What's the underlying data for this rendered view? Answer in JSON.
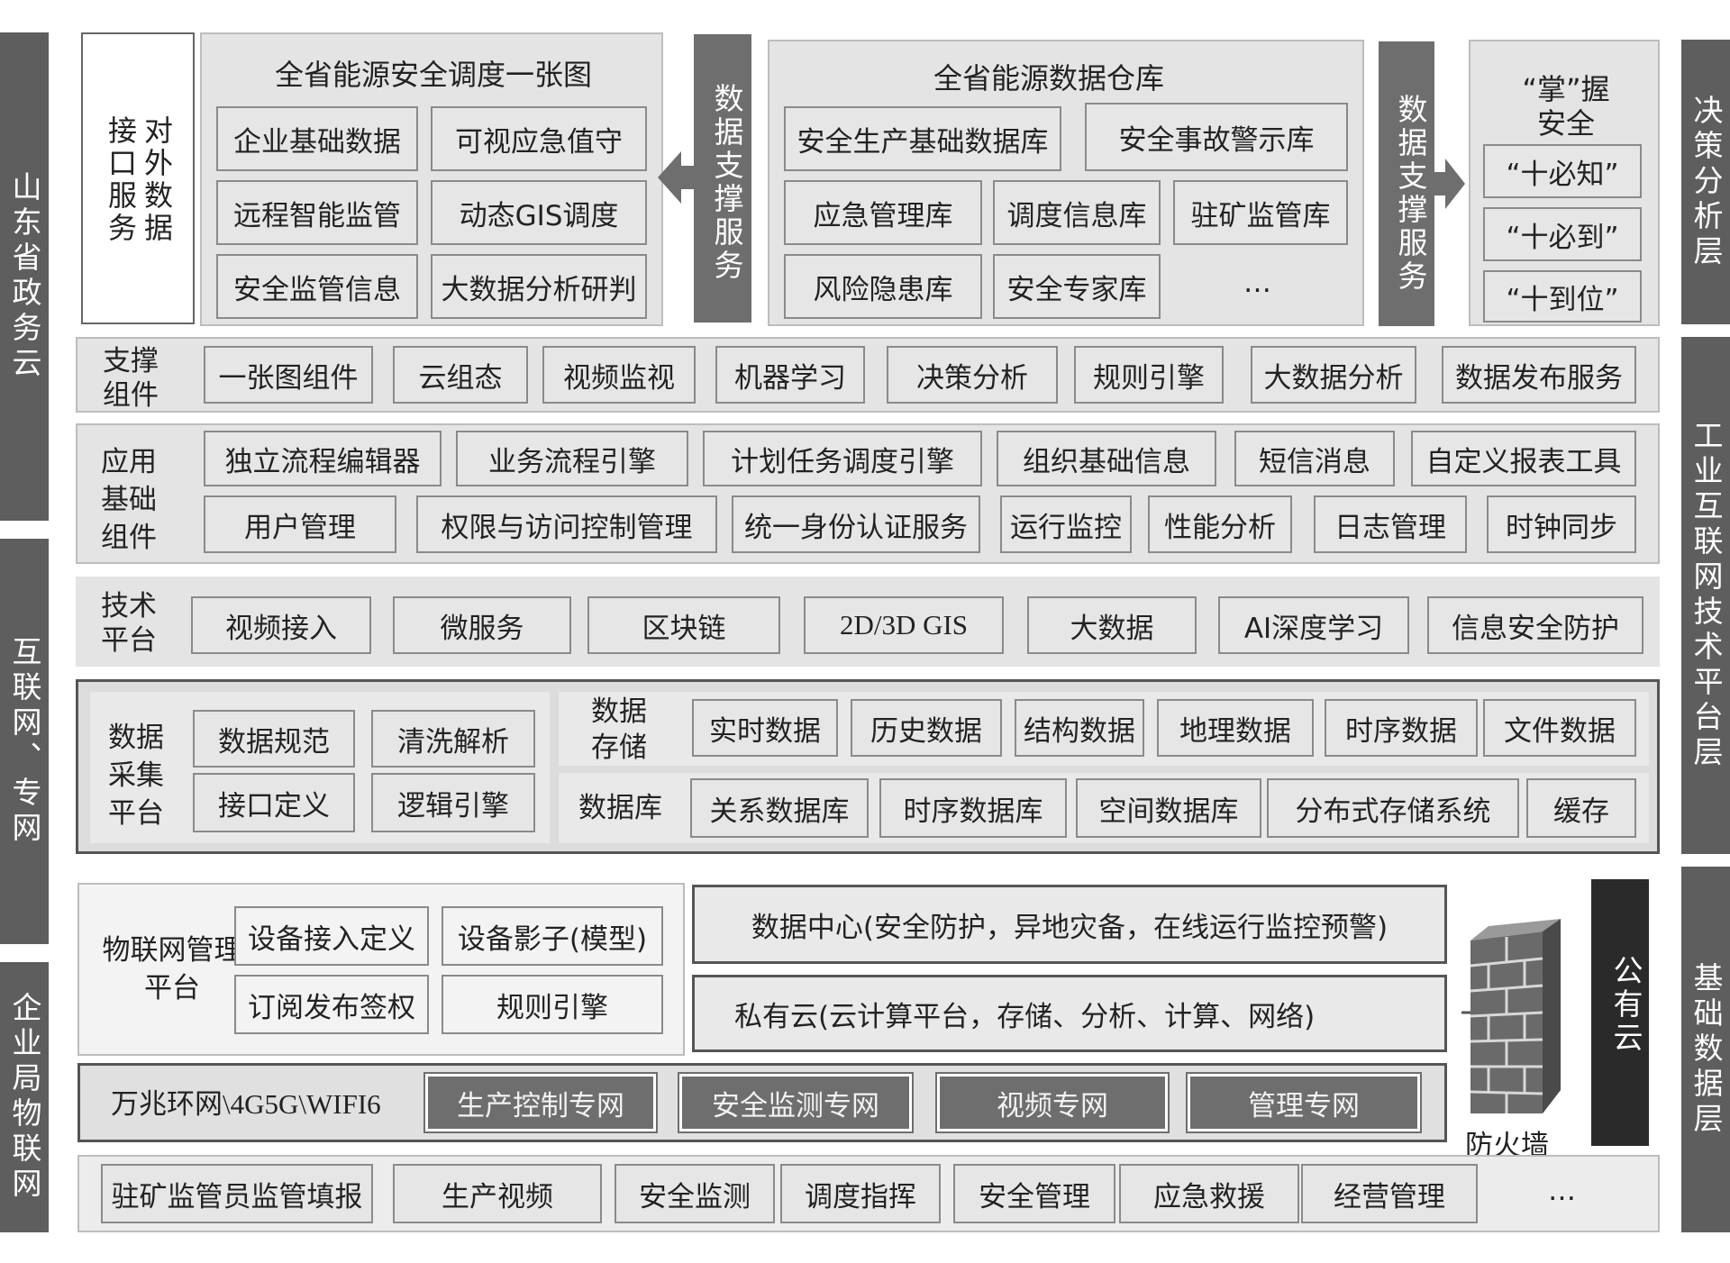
{
  "side_left": [
    "山东省政务云",
    "互联网、专网",
    "企业局物联网"
  ],
  "side_right": [
    "决策分析层",
    "工业互联网技术平台层",
    "基础数据层"
  ],
  "top": {
    "external_service": "对外数据接口服务",
    "map_title": "全省能源安全调度一张图",
    "map_items": [
      "企业基础数据",
      "可视应急值守",
      "远程智能监管",
      "动态GIS调度",
      "安全监管信息",
      "大数据分析研判"
    ],
    "support_service_left": "数据支撑服务",
    "warehouse_title": "全省能源数据仓库",
    "warehouse_items": [
      "安全生产基础数据库",
      "安全事故警示库",
      "应急管理库",
      "调度信息库",
      "驻矿监管库",
      "风险隐患库",
      "安全专家库",
      "…"
    ],
    "support_service_right": "数据支撑服务",
    "grasp_title_1": "“掌”握",
    "grasp_title_2": "安全",
    "grasp_items": [
      "“十必知”",
      "“十必到”",
      "“十到位”"
    ]
  },
  "support_components": {
    "label": "支撑组件",
    "items": [
      "一张图组件",
      "云组态",
      "视频监视",
      "机器学习",
      "决策分析",
      "规则引擎",
      "大数据分析",
      "数据发布服务"
    ]
  },
  "app_components": {
    "label": "应用基础组件",
    "row1": [
      "独立流程编辑器",
      "业务流程引擎",
      "计划任务调度引擎",
      "组织基础信息",
      "短信消息",
      "自定义报表工具"
    ],
    "row2": [
      "用户管理",
      "权限与访问控制管理",
      "统一身份认证服务",
      "运行监控",
      "性能分析",
      "日志管理",
      "时钟同步"
    ]
  },
  "tech_platform": {
    "label": "技术平台",
    "items": [
      "视频接入",
      "微服务",
      "区块链",
      "2D/3D GIS",
      "大数据",
      "AI深度学习",
      "信息安全防护"
    ]
  },
  "data_platform": {
    "label": "数据采集平台",
    "collect_items": [
      "数据规范",
      "清洗解析",
      "接口定义",
      "逻辑引擎"
    ],
    "storage_label": "数据存储",
    "storage_items": [
      "实时数据",
      "历史数据",
      "结构数据",
      "地理数据",
      "时序数据",
      "文件数据"
    ],
    "db_label": "数据库",
    "db_items": [
      "关系数据库",
      "时序数据库",
      "空间数据库",
      "分布式存储系统",
      "缓存"
    ]
  },
  "iot": {
    "label": "物联网管理平台",
    "items": [
      "设备接入定义",
      "设备影子(模型)",
      "订阅发布签权",
      "规则引擎"
    ]
  },
  "infra": {
    "datacenter": "数据中心(安全防护，异地灾备，在线运行监控预警)",
    "private_cloud": "私有云(云计算平台，存储、分析、计算、网络)",
    "firewall": "防火墙",
    "public_cloud": "公有云"
  },
  "network": {
    "label": "万兆环网\\4G5G\\WIFI6",
    "items": [
      "生产控制专网",
      "安全监测专网",
      "视频专网",
      "管理专网"
    ]
  },
  "bottom": {
    "items": [
      "驻矿监管员监管填报",
      "生产视频",
      "安全监测",
      "调度指挥",
      "安全管理",
      "应急救援",
      "经营管理",
      "…"
    ]
  }
}
